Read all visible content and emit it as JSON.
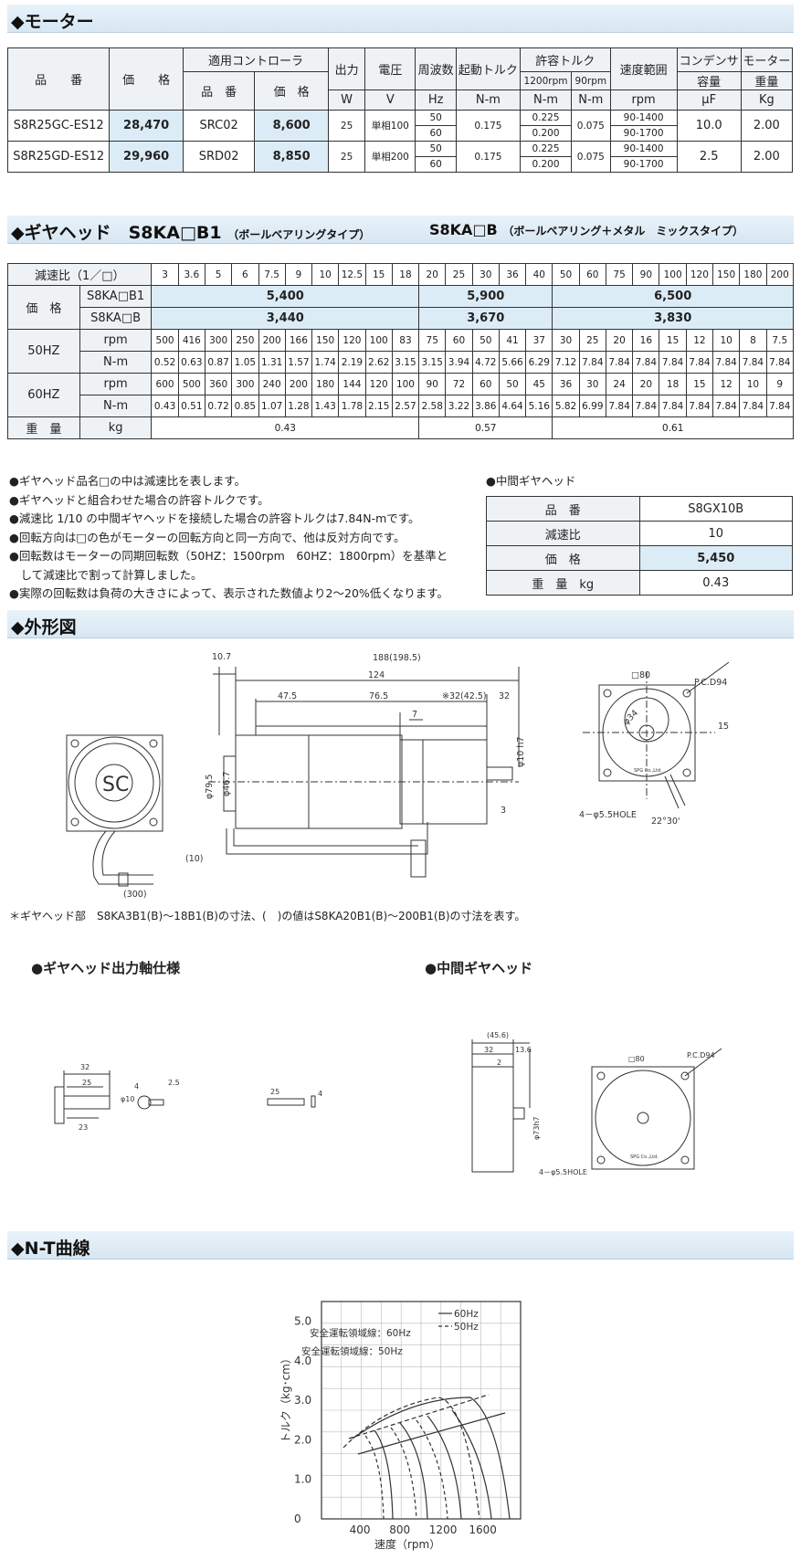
{
  "motor": {
    "title": "◆モーター",
    "h": {
      "part": "品　　番",
      "price": "価　　格",
      "ctrl": "適用コントローラ",
      "ctrl_part": "品　番",
      "ctrl_price": "価　格",
      "output": "出力",
      "output_u": "W",
      "volt": "電圧",
      "volt_u": "V",
      "freq": "周波数",
      "freq_u": "Hz",
      "start": "起動トルク",
      "start_u": "N-m",
      "allow": "許容トルク",
      "r1200": "1200rpm",
      "r90": "90rpm",
      "nm": "N-m",
      "speed": "速度範囲",
      "speed_u": "rpm",
      "cond": "コンデンサ",
      "cond2": "容量",
      "cond_u": "μF",
      "weight": "モーター",
      "weight2": "重量",
      "weight_u": "Kg"
    },
    "rows": [
      {
        "part": "S8R25GC-ES12",
        "price": "28,470",
        "cpart": "SRC02",
        "cprice": "8,600",
        "out": "25",
        "volt": "単相100",
        "f1": "50",
        "f2": "60",
        "start": "0.175",
        "t1a": "0.225",
        "t1b": "0.200",
        "t2": "0.075",
        "s1": "90-1400",
        "s2": "90-1700",
        "cond": "10.0",
        "w": "2.00"
      },
      {
        "part": "S8R25GD-ES12",
        "price": "29,960",
        "cpart": "SRD02",
        "cprice": "8,850",
        "out": "25",
        "volt": "単相200",
        "f1": "50",
        "f2": "60",
        "start": "0.175",
        "t1a": "0.225",
        "t1b": "0.200",
        "t2": "0.075",
        "s1": "90-1400",
        "s2": "90-1700",
        "cond": "2.5",
        "w": "2.00"
      }
    ]
  },
  "gear": {
    "title": "◆ギヤヘッド　S8KA□B1",
    "title_s": "（ボールベアリングタイプ）",
    "title2": "S8KA□B",
    "title2_s": "（ボールベアリング＋メタル　ミックスタイプ）",
    "ratio_label": "減速比（1／□）",
    "ratios": [
      "3",
      "3.6",
      "5",
      "6",
      "7.5",
      "9",
      "10",
      "12.5",
      "15",
      "18",
      "20",
      "25",
      "30",
      "36",
      "40",
      "50",
      "60",
      "75",
      "90",
      "100",
      "120",
      "150",
      "180",
      "200"
    ],
    "price_label": "価　格",
    "b1": "S8KA□B1",
    "b": "S8KA□B",
    "b1_prices": [
      "5,400",
      "5,900",
      "6,500"
    ],
    "b_prices": [
      "3,440",
      "3,670",
      "3,830"
    ],
    "hz50": "50HZ",
    "hz60": "60HZ",
    "rpm": "rpm",
    "nm": "N-m",
    "rpm50": [
      "500",
      "416",
      "300",
      "250",
      "200",
      "166",
      "150",
      "120",
      "100",
      "83",
      "75",
      "60",
      "50",
      "41",
      "37",
      "30",
      "25",
      "20",
      "16",
      "15",
      "12",
      "10",
      "8",
      "7.5"
    ],
    "nm50": [
      "0.52",
      "0.63",
      "0.87",
      "1.05",
      "1.31",
      "1.57",
      "1.74",
      "2.19",
      "2.62",
      "3.15",
      "3.15",
      "3.94",
      "4.72",
      "5.66",
      "6.29",
      "7.12",
      "7.84",
      "7.84",
      "7.84",
      "7.84",
      "7.84",
      "7.84",
      "7.84",
      "7.84"
    ],
    "rpm60": [
      "600",
      "500",
      "360",
      "300",
      "240",
      "200",
      "180",
      "144",
      "120",
      "100",
      "90",
      "72",
      "60",
      "50",
      "45",
      "36",
      "30",
      "24",
      "20",
      "18",
      "15",
      "12",
      "10",
      "9"
    ],
    "nm60": [
      "0.43",
      "0.51",
      "0.72",
      "0.85",
      "1.07",
      "1.28",
      "1.43",
      "1.78",
      "2.15",
      "2.57",
      "2.58",
      "3.22",
      "3.86",
      "4.64",
      "5.16",
      "5.82",
      "6.99",
      "7.84",
      "7.84",
      "7.84",
      "7.84",
      "7.84",
      "7.84",
      "7.84"
    ],
    "weight_label": "重　量",
    "kg": "kg",
    "weights": [
      "0.43",
      "0.57",
      "0.61"
    ]
  },
  "notes": [
    "●ギヤヘッド品名□の中は減速比を表します。",
    "●ギヤヘッドと組合わせた場合の許容トルクです。",
    "●減速比 1/10 の中間ギヤヘッドを接続した場合の許容トルクは7.84N-mです。",
    "●回転方向は□の色がモーターの回転方向と同一方向で、他は反対方向です。",
    "●回転数はモーターの同期回転数（50HZ：1500rpm　60HZ：1800rpm）を基準と",
    "　して減速比で割って計算しました。",
    "●実際の回転数は負荷の大きさによって、表示された数値より2～20%低くなります。"
  ],
  "mid": {
    "title": "●中間ギヤヘッド",
    "part_l": "品　番",
    "part": "S8GX10B",
    "ratio_l": "減速比",
    "ratio": "10",
    "price_l": "価　格",
    "price": "5,450",
    "weight_l": "重　量　kg",
    "weight": "0.43"
  },
  "outline": {
    "title": "◆外形図",
    "note": "＊ギヤヘッド部　S8KA3B1(B)～18B1(B)の寸法、(　)の値はS8KA20B1(B)～200B1(B)の寸法を表す。",
    "d": {
      "a": "10.7",
      "b": "188(198.5)",
      "c": "124",
      "d": "47.5",
      "e": "76.5",
      "f": "※32(42.5)",
      "g": "32",
      "h": "7",
      "i": "φ79.5",
      "j": "φ46.7",
      "k": "3",
      "l": "(10)",
      "m": "(300)",
      "n": "φ10 h7",
      "o": "□80",
      "p": "P.C.D94",
      "q": "15",
      "r": "φ34",
      "s": "4－φ5.5HOLE",
      "t": "22°30'",
      "u": "SC",
      "v": "SPG Co.,Ltd."
    }
  },
  "shaft": {
    "title": "●ギヤヘッド出力軸仕様",
    "d": [
      "32",
      "25",
      "23",
      "φ10",
      "4",
      "2.5",
      "25",
      "4"
    ]
  },
  "midgear": {
    "title": "●中間ギヤヘッド",
    "d": [
      "(45.6)",
      "32",
      "13.6",
      "2",
      "φ73h7",
      "□80",
      "P.C.D94",
      "4－φ5.5HOLE",
      "SPG Co.,Ltd."
    ]
  },
  "nt": {
    "title": "◆N-T曲線",
    "xlabel": "速度（rpm）",
    "ylabel": "トルク（kg･cm）",
    "xticks": [
      "400",
      "800",
      "1200",
      "1600"
    ],
    "yticks": [
      "5.0",
      "4.0",
      "3.0",
      "2.0",
      "1.0",
      "0"
    ],
    "leg60": "60Hz",
    "leg50": "50Hz",
    "safe60": "安全運転領域線：60Hz",
    "safe50": "安全運転領域線：50Hz"
  }
}
